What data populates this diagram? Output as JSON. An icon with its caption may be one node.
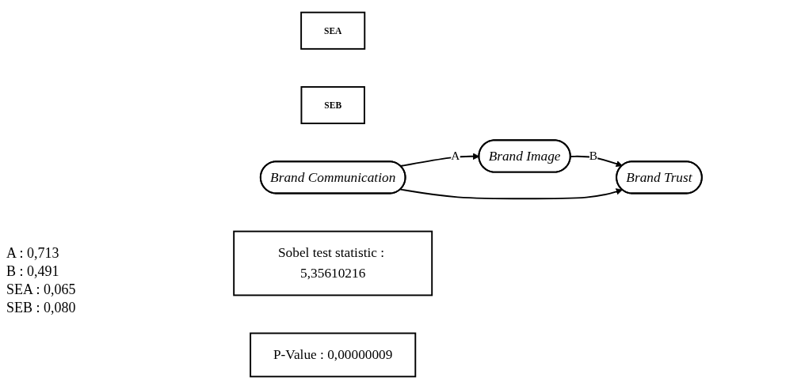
{
  "diagram": {
    "nodes": [
      {
        "text": [
          "Brand Image"
        ]
      },
      {
        "text": [
          "SEA"
        ]
      },
      {
        "text": [
          "SEB"
        ]
      },
      {
        "text": [
          "Brand Communication"
        ]
      },
      {
        "text": [
          "Brand Trust"
        ]
      },
      {
        "text": [
          "Sobel test statistic : 5,35610216"
        ]
      },
      {
        "text": [
          "P-Value : 0,00000009"
        ]
      }
    ],
    "edges": [
      {
        "from": 3,
        "to": 0,
        "arrow": "to",
        "label": "A"
      },
      {
        "from": 0,
        "to": 4,
        "arrow": "to",
        "label": "B"
      },
      {
        "from": 3,
        "to": 4,
        "arrow": "to"
      }
    ],
    "labels": [
      "A : 0,713",
      "B : 0,491",
      "SEA : 0,065",
      "SEB : 0,080"
    ]
  }
}
